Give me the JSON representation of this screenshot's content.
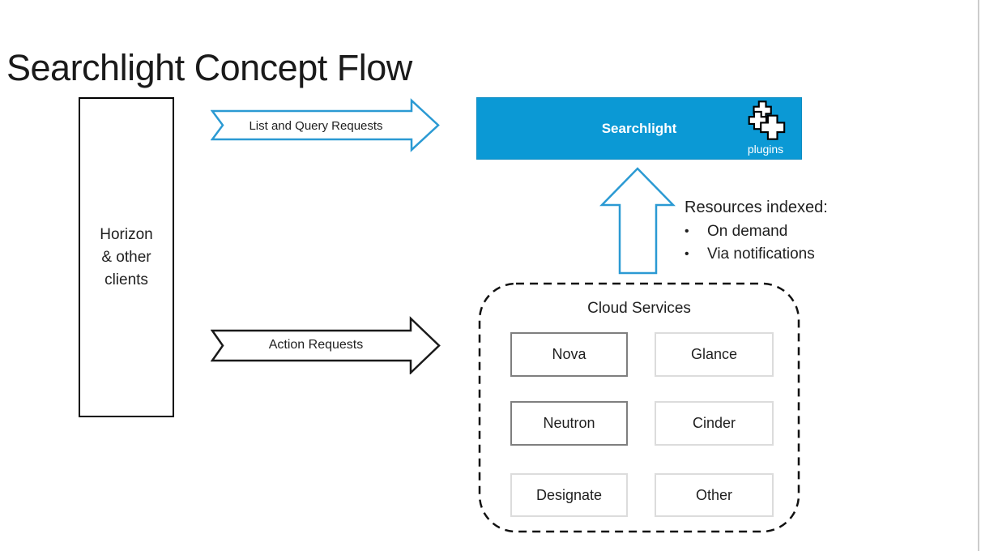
{
  "slide": {
    "title": "Searchlight Concept Flow"
  },
  "client_box": {
    "lines": [
      "Horizon",
      "& other",
      "clients"
    ]
  },
  "arrows": {
    "list_query_label": "List and Query Requests",
    "action_label": "Action Requests"
  },
  "searchlight": {
    "label": "Searchlight",
    "plugins_label": "plugins"
  },
  "resources": {
    "heading": "Resources indexed:",
    "bullets": [
      "On demand",
      "Via notifications"
    ],
    "bullet_glyph": "•"
  },
  "cloud_services": {
    "title": "Cloud Services",
    "services": [
      {
        "label": "Nova"
      },
      {
        "label": "Glance"
      },
      {
        "label": "Neutron"
      },
      {
        "label": "Cinder"
      },
      {
        "label": "Designate"
      },
      {
        "label": "Other"
      }
    ]
  },
  "colors": {
    "brand_blue": "#0b99d5",
    "arrow_blue": "#2b9ad3",
    "arrow_black": "#1a1a1a",
    "service_border_dark": "#7f7f7f",
    "service_border_light": "#dcdcdc"
  }
}
